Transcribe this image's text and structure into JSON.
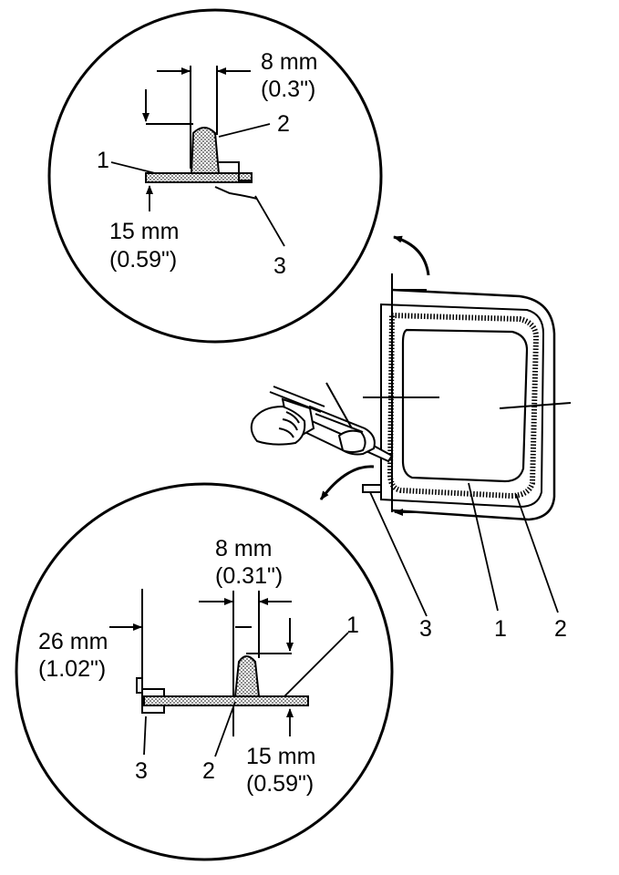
{
  "colors": {
    "ink": "#000000",
    "paper": "#ffffff",
    "stipple": "#9a9a9a"
  },
  "top_detail": {
    "bead_width": "8 mm",
    "bead_width_in": "(0.3ʺ)",
    "offset": "15 mm",
    "offset_in": "(0.59ʺ)",
    "callout_1": "1",
    "callout_2": "2",
    "callout_3": "3"
  },
  "main_view": {
    "callout_1": "1",
    "callout_2": "2",
    "callout_3": "3"
  },
  "bottom_detail": {
    "bead_width": "8 mm",
    "bead_width_in": "(0.31ʺ)",
    "edge_distance": "26 mm",
    "edge_distance_in": "(1.02ʺ)",
    "offset": "15 mm",
    "offset_in": "(0.59ʺ)",
    "callout_1": "1",
    "callout_2": "2",
    "callout_3": "3"
  }
}
